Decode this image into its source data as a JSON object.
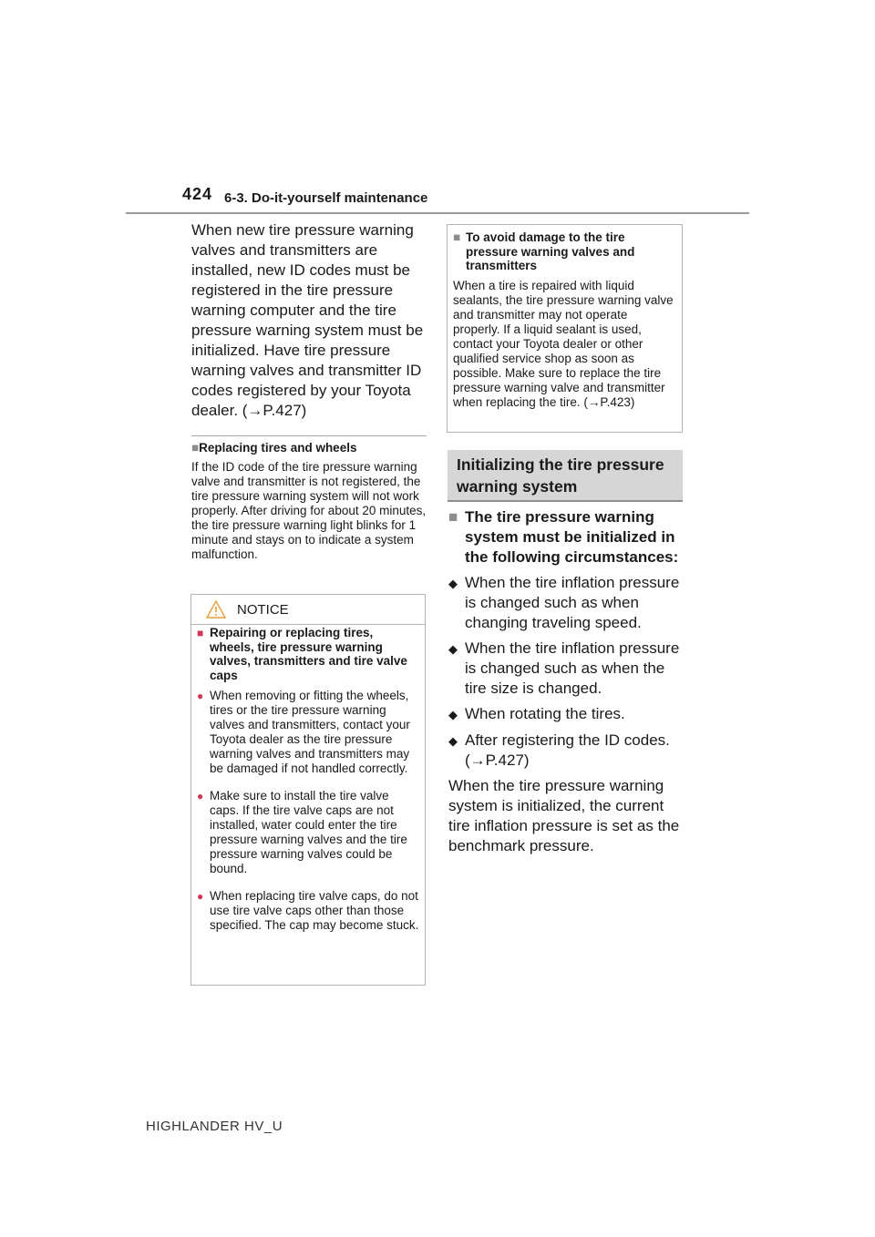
{
  "header": {
    "page_number": "424",
    "section_title": "6-3. Do-it-yourself maintenance"
  },
  "intro": {
    "text": "When new tire pressure warning valves and transmitters are installed, new ID codes must be registered in the tire pressure warning computer and the tire pressure warning system must be initialized. Have tire pressure warning valves and transmitter ID codes registered by your Toyota dealer. (→P.427)"
  },
  "replacing": {
    "marker": "■",
    "title": "Replacing tires and wheels",
    "body": "If the ID code of the tire pressure warning valve and transmitter is not registered, the tire pressure warning system will not work properly. After driving for about 20 minutes, the tire pressure warning light blinks for 1 minute and stays on to indicate a system malfunction."
  },
  "notice": {
    "label": "NOTICE",
    "icon": "warning-triangle-icon",
    "marker": "■",
    "title": "Repairing or replacing tires, wheels, tire pressure warning valves, transmitters and tire valve caps",
    "bullet": "●",
    "bullet_color": "#d4365a",
    "items": [
      "When removing or fitting the wheels, tires or the tire pressure warning valves and transmitters, contact your Toyota dealer as the tire pressure warning valves and transmitters may be damaged if not handled correctly.",
      "Make sure to install the tire valve caps. If the tire valve caps are not installed, water could enter the tire pressure warning valves and the tire pressure warning valves could be bound.",
      "When replacing tire valve caps, do not use tire valve caps other than those specified. The cap may become stuck."
    ]
  },
  "avoid": {
    "marker": "■",
    "title": "To avoid damage to the tire pressure warning valves and transmitters",
    "body": "When a tire is repaired with liquid sealants, the tire pressure warning valve and transmitter may not operate properly. If a liquid sealant is used, contact your Toyota dealer or other qualified service shop as soon as possible. Make sure to replace the tire pressure warning valve and transmitter when replacing the tire. (→P.423)"
  },
  "initializing": {
    "heading": "Initializing the tire pressure warning system",
    "marker": "■",
    "condition_title": "The tire pressure warning system must be initialized in the following circumstances:",
    "diamond": "◆",
    "items": [
      "When the tire inflation pressure is changed such as when changing traveling speed.",
      "When the tire inflation pressure is changed such as when the tire size is changed.",
      "When rotating the tires.",
      "After registering the ID codes. (→P.427)"
    ],
    "closing": "When the tire pressure warning system is initialized, the current tire inflation pressure is set as the benchmark pressure."
  },
  "footer": {
    "model": "HIGHLANDER HV_U"
  }
}
